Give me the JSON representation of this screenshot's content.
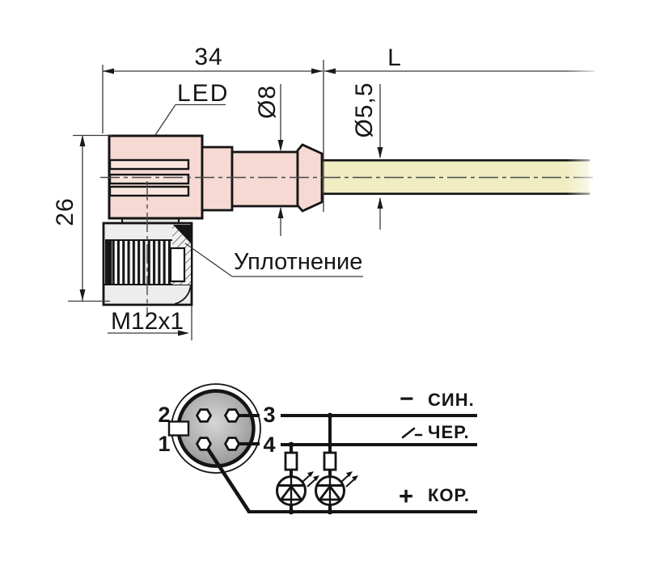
{
  "side_view": {
    "dims": {
      "connector_length": "34",
      "cable_length": "L",
      "connector_height": "26",
      "cable_entry_diameter": "Ø8",
      "cable_diameter": "Ø5,5",
      "thread": "M12x1"
    },
    "labels": {
      "led": "LED",
      "seal": "Уплотнение"
    },
    "colors": {
      "housing": "#f6d9d2",
      "housing_rib": "#f9e4de",
      "cable": "#f0edc2",
      "nut": "#ededed",
      "outline": "#141414"
    }
  },
  "pinout": {
    "pins": {
      "p1": "1",
      "p2": "2",
      "p3": "3",
      "p4": "4"
    },
    "wires": {
      "blue": {
        "polarity": "−",
        "label": "СИН."
      },
      "black": {
        "symbol_icon": "switch-contact",
        "label": "ЧЕР."
      },
      "brown": {
        "polarity": "+",
        "label": "КОР."
      }
    }
  }
}
